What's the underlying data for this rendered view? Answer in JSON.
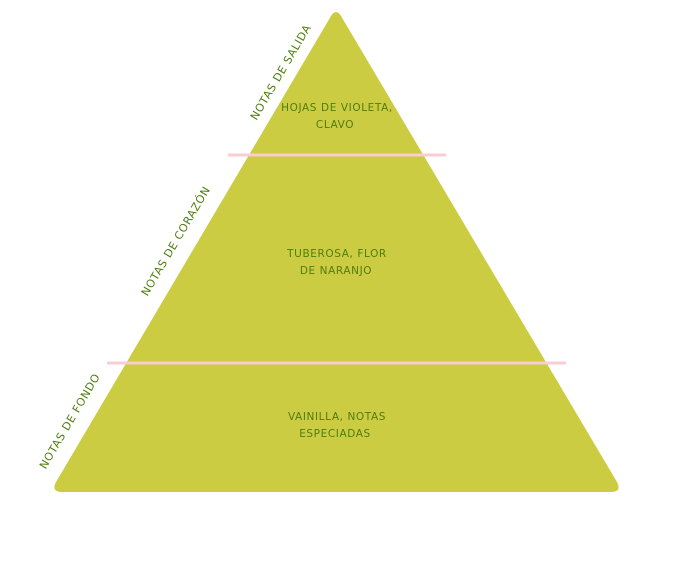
{
  "colors": {
    "pyramid": "#cccc42",
    "divider": "#f8cdd6",
    "text": "#4f7d0e"
  },
  "side_labels": {
    "top": "NOTAS DE SALIDA",
    "middle": "NOTAS DE CORAZÓN",
    "bottom": "NOTAS DE FONDO"
  },
  "tiers": {
    "top": {
      "line1": "HOJAS DE VIOLETA,",
      "line2": "CLAVO"
    },
    "middle": {
      "line1": "TUBEROSA, FLOR",
      "line2": "DE NARANJO"
    },
    "bottom": {
      "line1": "VAINILLA, NOTAS",
      "line2": "ESPECIADAS"
    }
  }
}
